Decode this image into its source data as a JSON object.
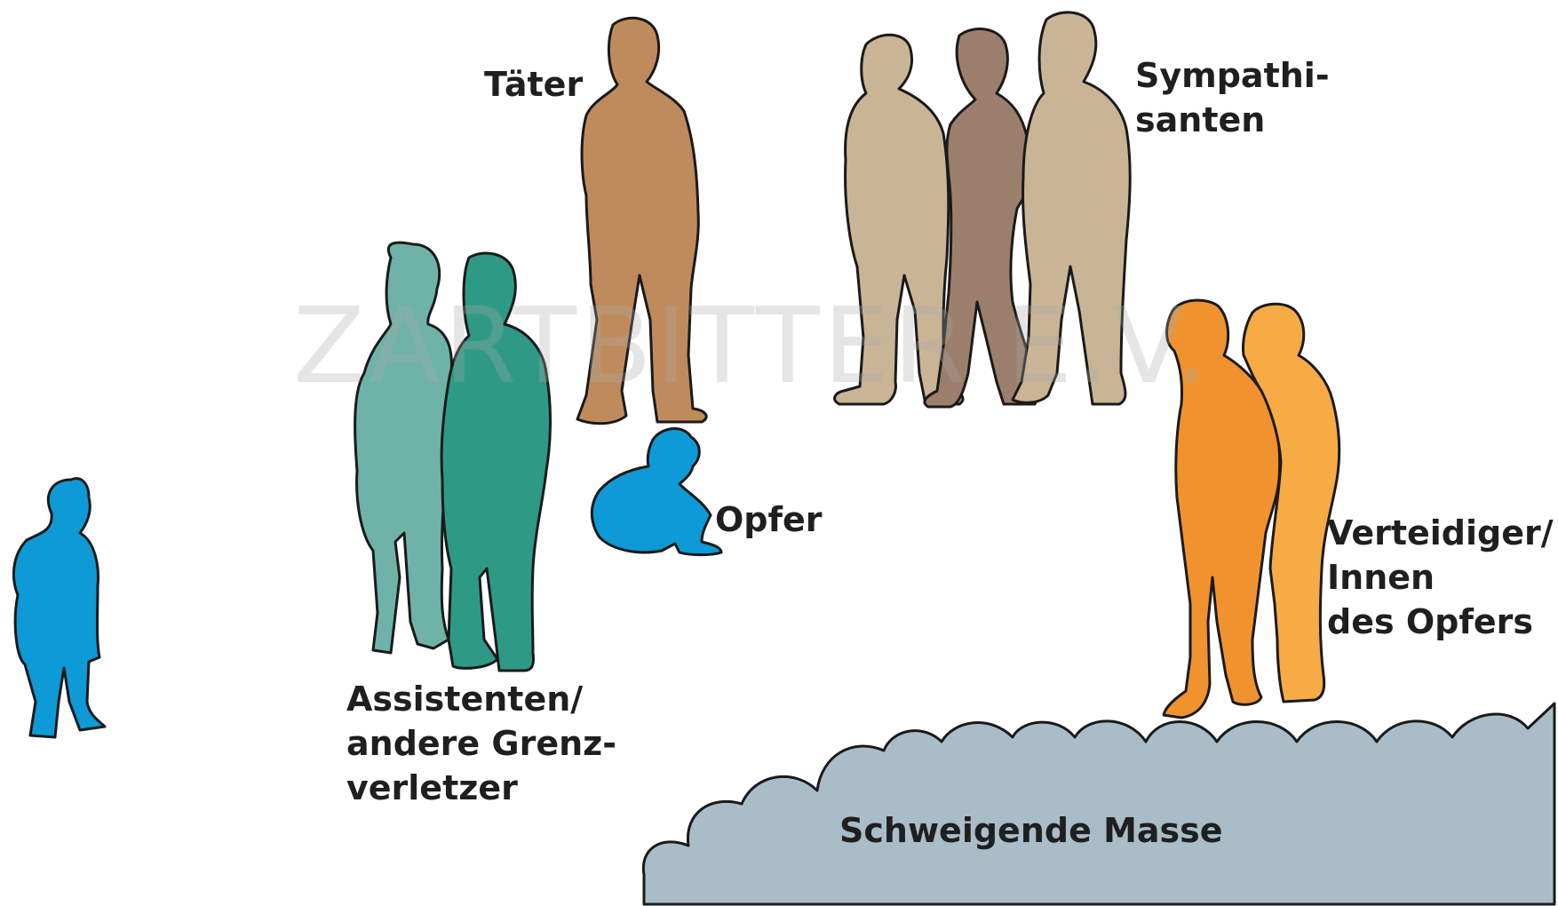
{
  "labels": {
    "taeter": "Täter",
    "sympathisanten": [
      "Sympathi-",
      "santen"
    ],
    "opfer": "Opfer",
    "verteidiger": [
      "Verteidiger/",
      "Innen",
      "des Opfers"
    ],
    "assistenten": [
      "Assistenten/",
      "andere Grenz-",
      "verletzer"
    ],
    "masse": "Schweigende Masse"
  },
  "watermark": "ZARTBITTER E.V.",
  "colors": {
    "child": "#0d9ad6",
    "victim": "#0d9ad6",
    "perpetrator": "#c08b5c",
    "assistant_1": "#6fb3a8",
    "assistant_2": "#2e9a86",
    "sympathizer_1": "#c9b596",
    "sympathizer_2": "#9b7f6c",
    "sympathizer_3": "#c9b596",
    "defender_1": "#f0922e",
    "defender_2": "#f6ab45",
    "silent_mass": "#a9bdc8"
  }
}
